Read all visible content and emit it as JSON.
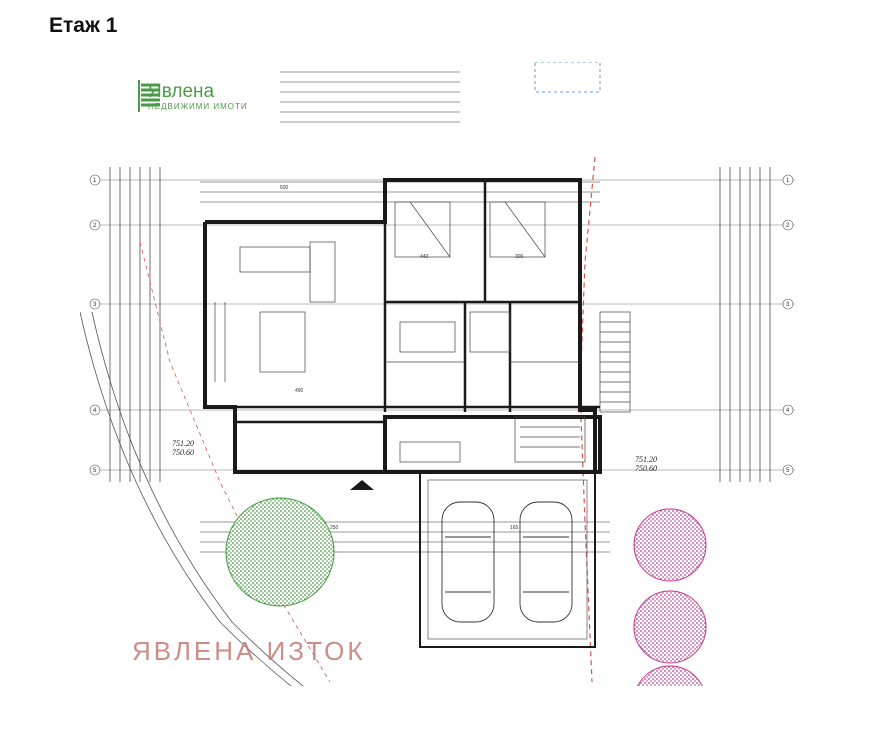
{
  "page": {
    "heading": "Етаж 1"
  },
  "brand": {
    "name": "Явлена",
    "subtitle": "НЕДВИЖИМИ ИМОТИ",
    "color": "#4a9b45"
  },
  "watermark": {
    "text": "ЯВЛЕНА ИЗТОК",
    "color": "#c47a73"
  },
  "plan": {
    "axis_labels": [
      "1",
      "2",
      "3",
      "4",
      "5"
    ],
    "level_marks": [
      "751.20",
      "750.60",
      "751.20",
      "750.60"
    ],
    "dimension_marks": [
      "600",
      "490",
      "440",
      "300",
      "250",
      "165"
    ],
    "colors": {
      "walls": "#1a1a1a",
      "lines": "#444444",
      "dashed_red": "#d9534f",
      "tree_green": "#3f9a3a",
      "tree_magenta": "#c0398f",
      "dashed_blue": "#3a7bd5"
    },
    "icons": [
      "car-icon",
      "tree-green-icon",
      "tree-magenta-icon",
      "north-arrow-icon"
    ]
  }
}
